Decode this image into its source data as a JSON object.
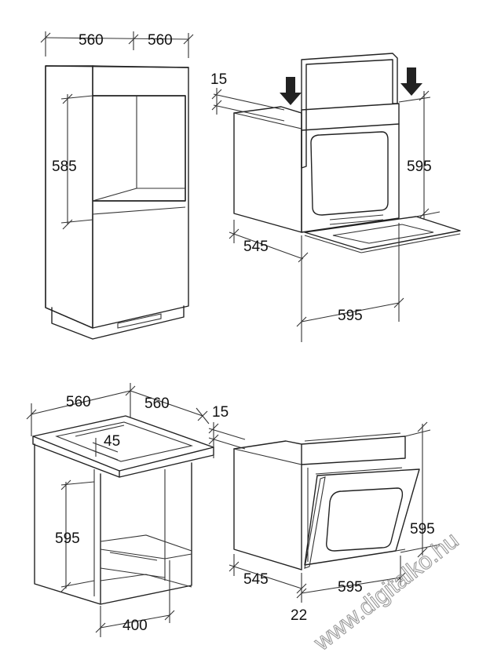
{
  "top_cabinet": {
    "width": "560",
    "depth": "560",
    "niche_height": "585"
  },
  "top_oven": {
    "panel": "15",
    "height": "595",
    "depth": "545",
    "width": "595"
  },
  "bottom_cabinet": {
    "width": "560",
    "depth": "560",
    "panel": "15",
    "rear_gap": "45",
    "niche_height": "595",
    "opening": "400"
  },
  "bottom_oven": {
    "height": "595",
    "depth": "545",
    "width": "595",
    "door_gap": "22"
  },
  "watermark": "www.digitalko.hu"
}
